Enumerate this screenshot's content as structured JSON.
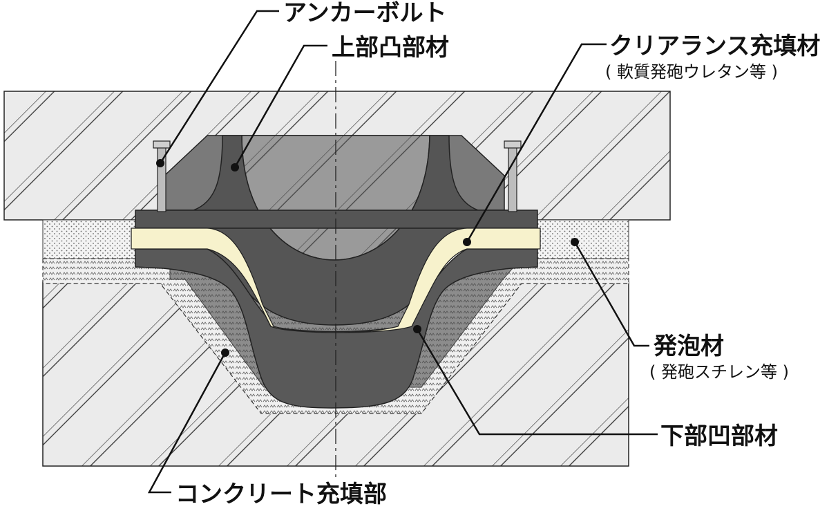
{
  "labels": {
    "anchor_bolt": "アンカーボルト",
    "upper_convex": "上部凸部材",
    "clearance_filler": "クリアランス充填材",
    "clearance_filler_sub": "( 軟質発砲ウレタン等 )",
    "foam": "発泡材",
    "foam_sub": "( 発砲スチレン等 )",
    "lower_concave": "下部凹部材",
    "concrete_fill": "コンクリート充填部"
  },
  "colors": {
    "concrete": "#e9e9e9",
    "rubber_dark": "#555555",
    "rubber_mid": "#7b7b7b",
    "rubber_light": "#999999",
    "filler": "#f8f3cc",
    "foam": "#f2f2f2",
    "line": "#111111"
  }
}
